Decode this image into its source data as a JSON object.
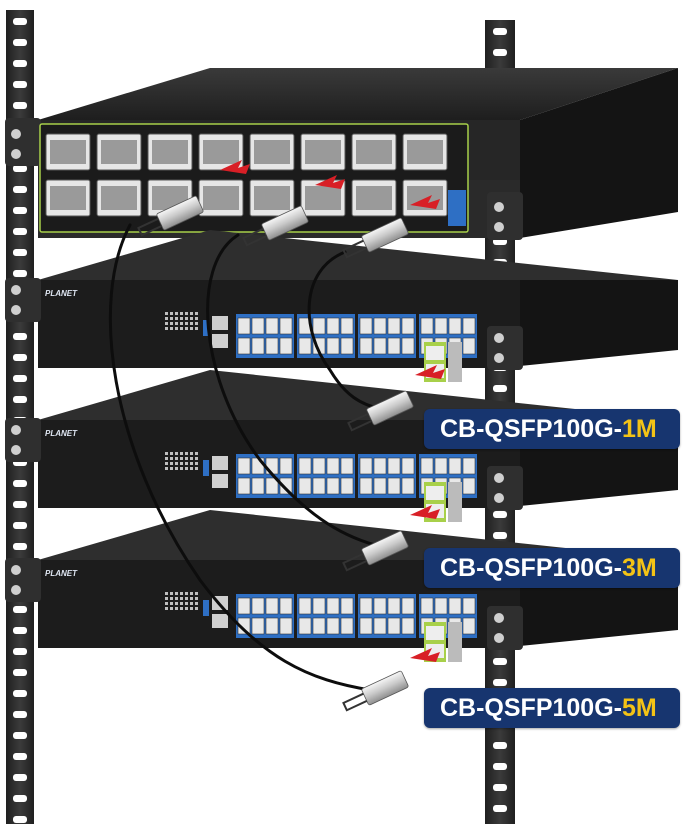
{
  "brand_logo": "PLANET",
  "labels": [
    {
      "prefix": "CB-QSFP100G-",
      "length": "1M"
    },
    {
      "prefix": "CB-QSFP100G-",
      "length": "3M"
    },
    {
      "prefix": "CB-QSFP100G-",
      "length": "5M"
    }
  ],
  "colors": {
    "label_bg": "#17356f",
    "label_text": "#ffffff",
    "label_length": "#f3c316",
    "arrow": "#d81f26",
    "rack": "#2b2b2b",
    "switch_face": "#1c1c1c",
    "port_blue": "#2e6fc4"
  }
}
